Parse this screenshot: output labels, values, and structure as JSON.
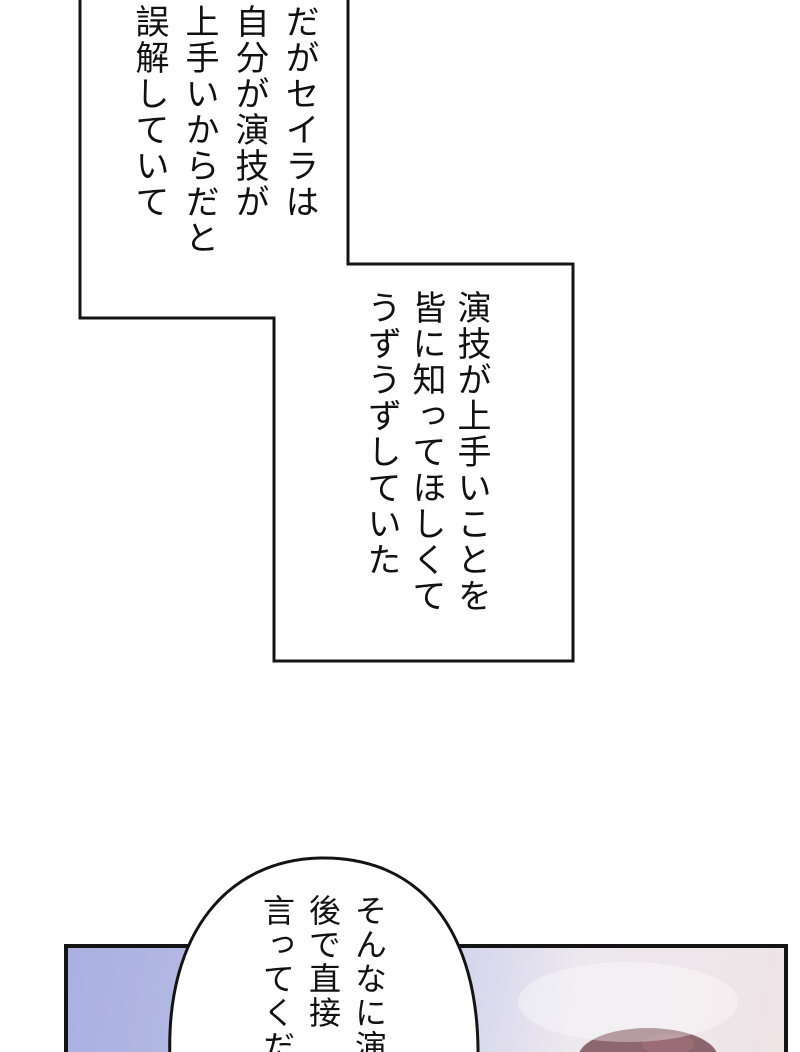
{
  "caption_top": {
    "columns": [
      "だがセイラは",
      "自分が演技が",
      "上手いからだと",
      "誤解していて"
    ]
  },
  "caption_middle": {
    "columns": [
      "演技が上手いことを",
      "皆に知ってほしくて",
      "うずうずしていた"
    ]
  },
  "speech_bubble": {
    "columns": [
      "そんなに演",
      "後で直接",
      "言ってくだ"
    ]
  },
  "colors": {
    "ink": "#141414",
    "panel_left": "#aab0e0",
    "panel_right": "#efe4e6",
    "paper": "#ffffff"
  }
}
